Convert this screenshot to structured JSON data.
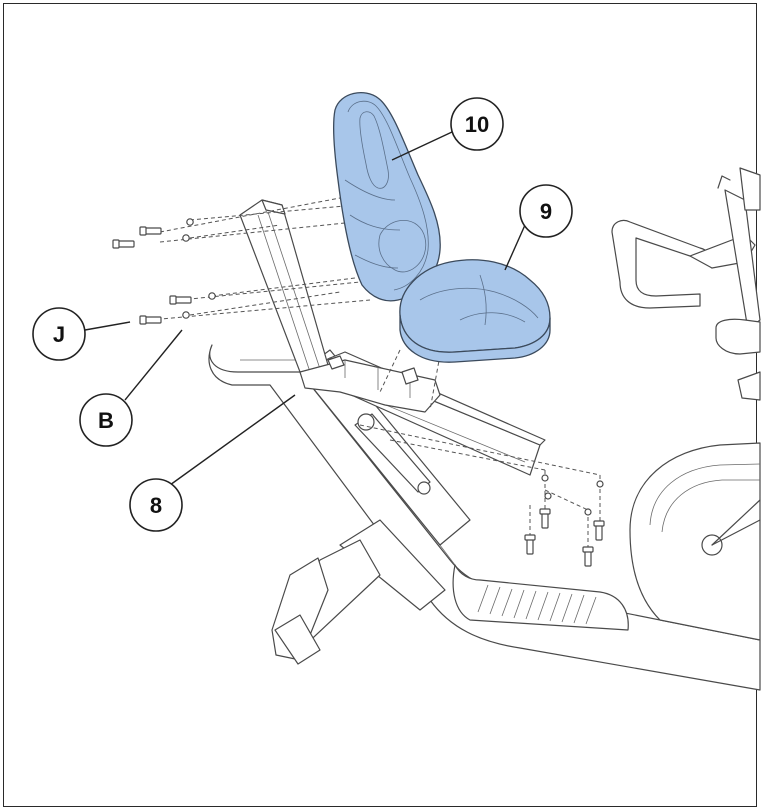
{
  "diagram": {
    "callouts": {
      "c10": "10",
      "c9": "9",
      "cJ": "J",
      "cB": "B",
      "c8": "8"
    },
    "colors": {
      "cushion_fill": "#a8c6ea",
      "cushion_stroke": "#3b4a5c",
      "line": "#4a4a4a",
      "frame_border": "#2a2a2a"
    }
  }
}
